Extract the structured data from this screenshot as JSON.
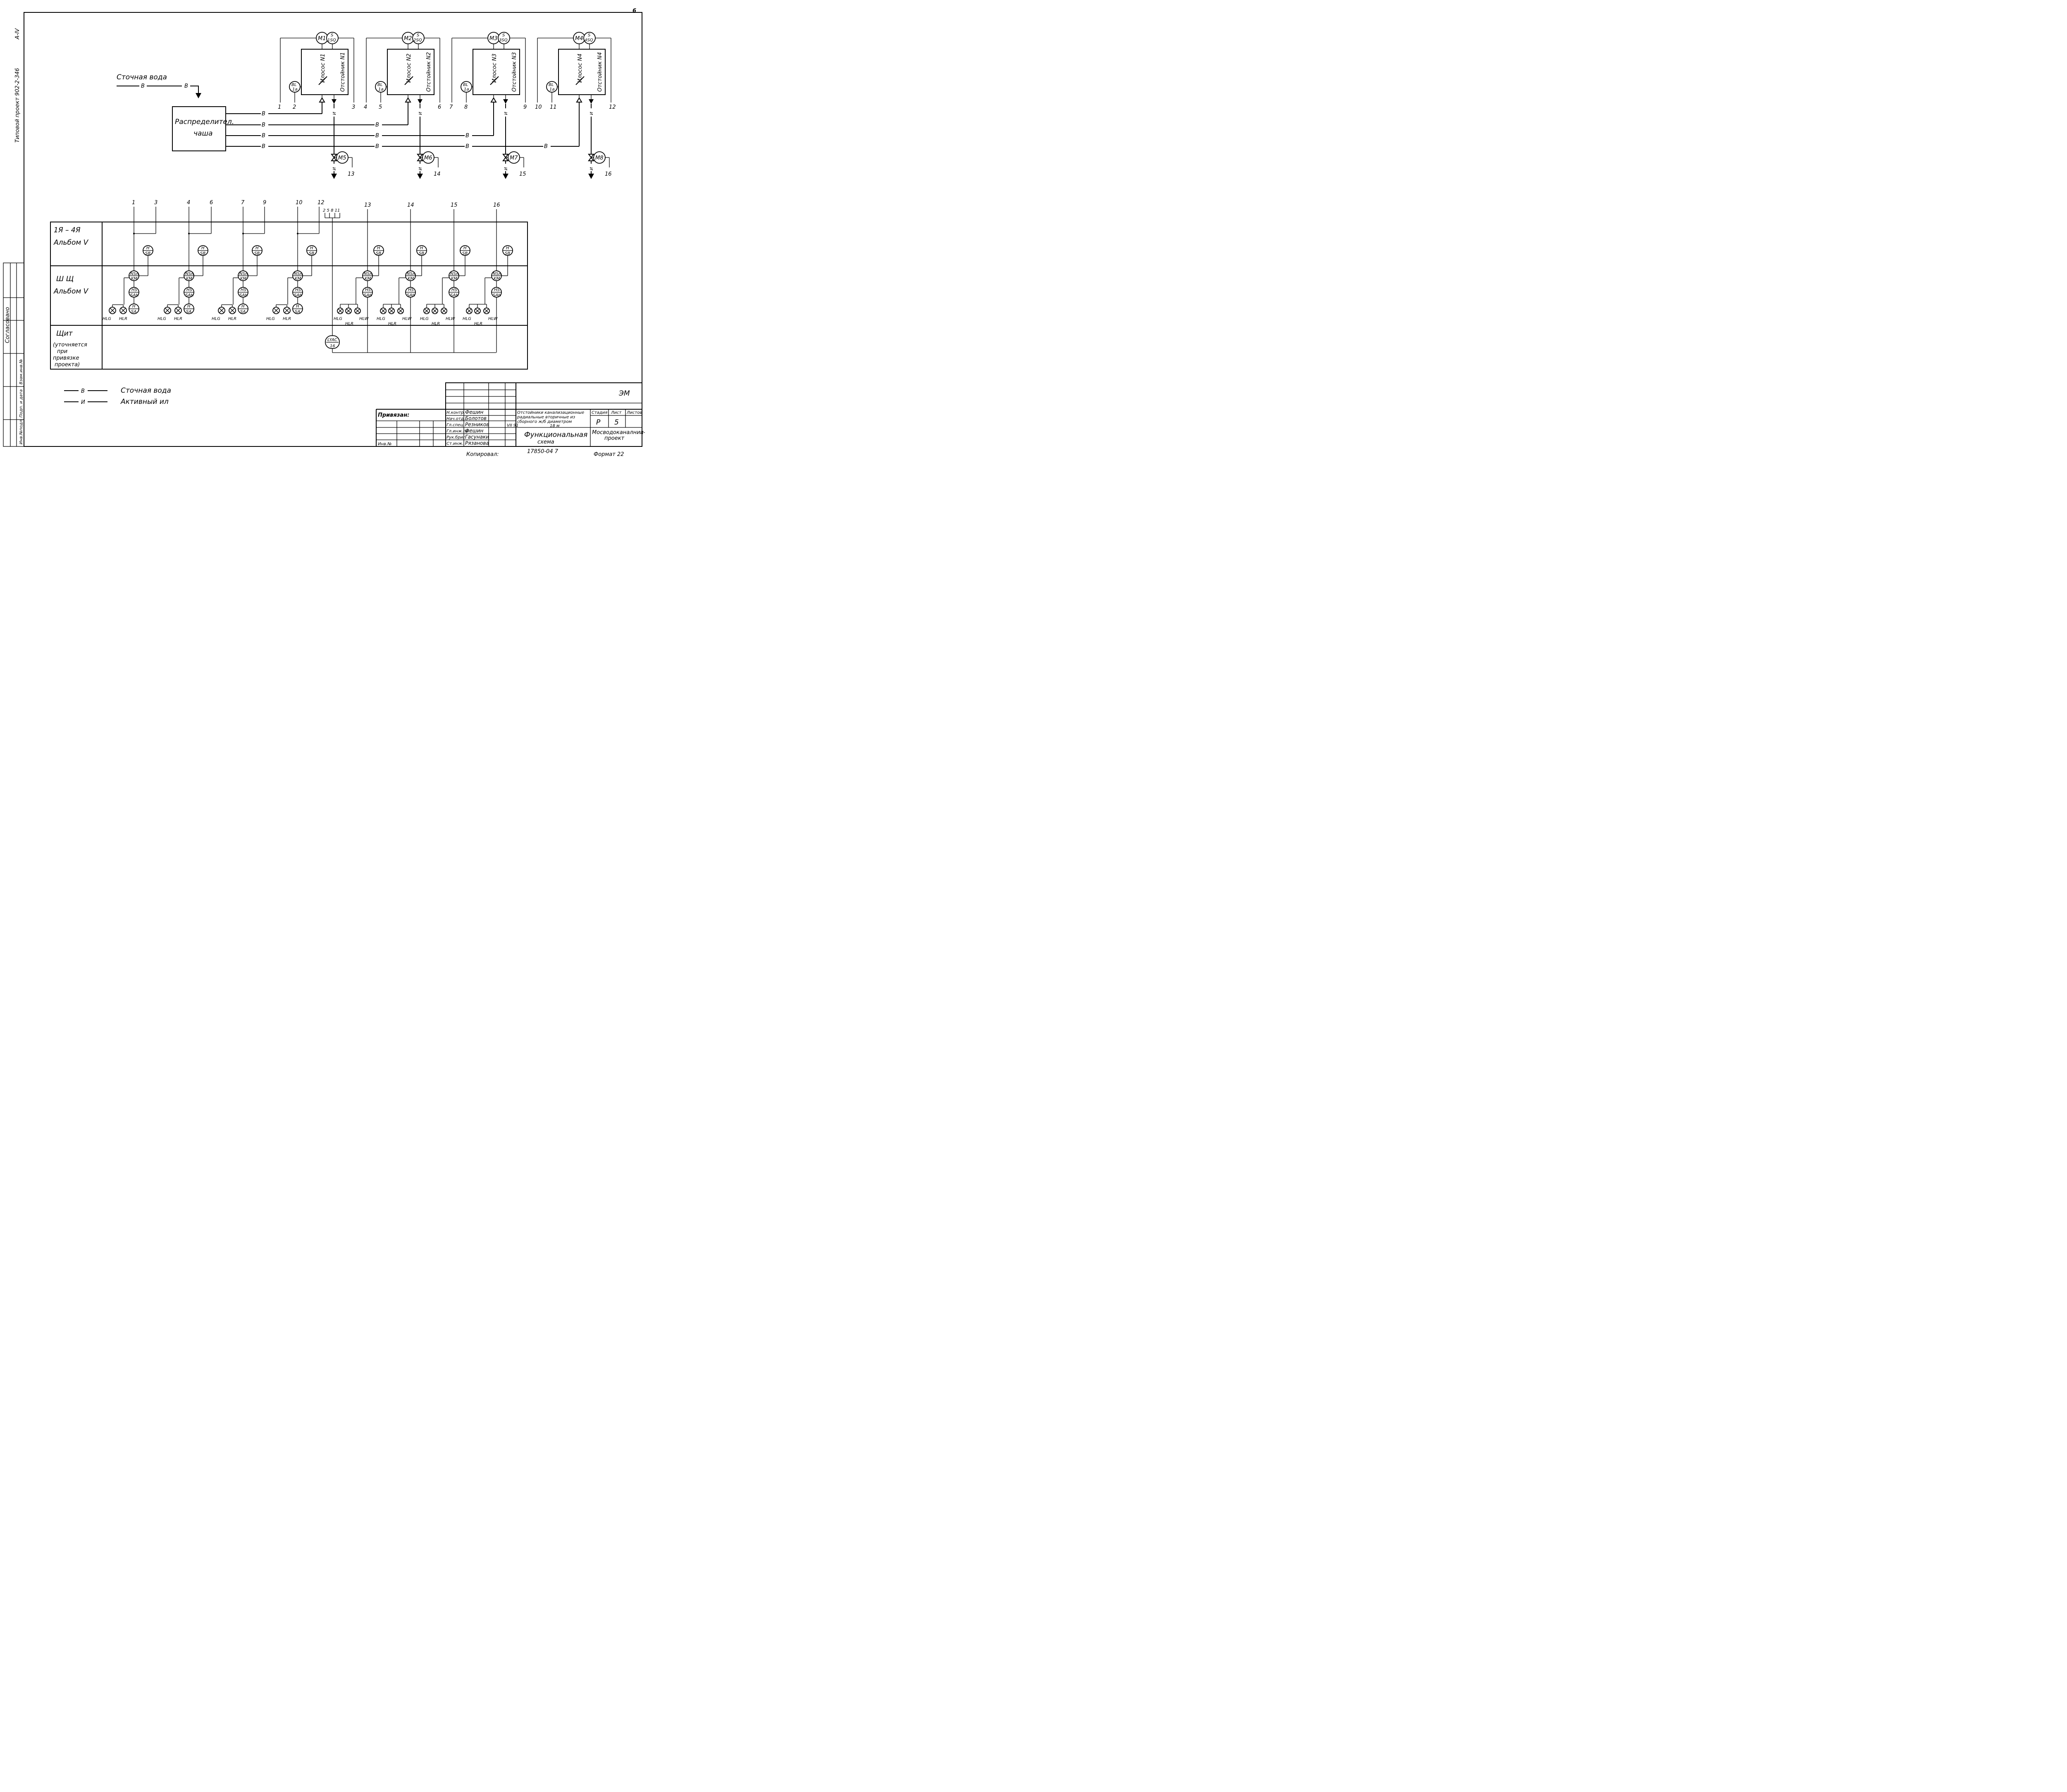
{
  "sheet": {
    "number": "6",
    "album": "А-IV",
    "project": "Типовой проект 902-2-346",
    "agreed": "Согласовано",
    "side_stamp": [
      "Инв.№подл.",
      "Подп. и дата",
      "Взам.инв.№"
    ]
  },
  "scheme": {
    "inlet_label": "Сточная вода",
    "distributor_line1": "Распределител.",
    "distributor_line2": "чаша",
    "flow_b": "В",
    "flow_i": "И",
    "tanks": [
      {
        "motor": "M1",
        "sq_top": "S",
        "sq": "1SQ",
        "bl": "BL",
        "bl_sub": "1a",
        "sludge": "Илосос N1",
        "settler": "Отстойник N1",
        "n_left": "1",
        "n_bl": "2",
        "n_right": "3",
        "valve": "M5",
        "valve_n": "13"
      },
      {
        "motor": "M2",
        "sq_top": "S",
        "sq": "2SQ",
        "bl": "BL",
        "bl_sub": "1a",
        "sludge": "Илосос N2",
        "settler": "Отстойник N2",
        "n_left": "4",
        "n_bl": "5",
        "n_right": "6",
        "valve": "M6",
        "valve_n": "14"
      },
      {
        "motor": "M3",
        "sq_top": "S",
        "sq": "3SQ",
        "bl": "BL",
        "bl_sub": "1a",
        "sludge": "Илосос N3",
        "settler": "Отстойник N3",
        "n_left": "7",
        "n_bl": "8",
        "n_right": "9",
        "valve": "M7",
        "valve_n": "15"
      },
      {
        "motor": "M4",
        "sq_top": "S",
        "sq": "4SQ",
        "bl": "BL",
        "bl_sub": "1a",
        "sludge": "Илосос N4",
        "settler": "Отстойник N4",
        "n_left": "10",
        "n_bl": "11",
        "n_right": "12",
        "valve": "M8",
        "valve_n": "16"
      }
    ]
  },
  "control": {
    "row1_line1": "1Я – 4Я",
    "row1_line2": "Альбом V",
    "row2_line1": "Ш Щ",
    "row2_line2": "Альбом V",
    "row3_line1": "Щит",
    "row3_line2": "(уточняется",
    "row3_line3": "при",
    "row3_line4": "привязке",
    "row3_line5": "проекта)",
    "bus_label": "2 5 8 11",
    "panel_device_top": "LYAC",
    "panel_device_bottom": "16",
    "dev_h": "H",
    "dev_sb": "SB",
    "dev_nsa": "NSA",
    "dev_km": "KM",
    "dev_hs": "HS",
    "dev_sah": "SAH",
    "dev_sa": "SA",
    "lamp_g": "HLG",
    "lamp_r": "HLR",
    "lamp_w": "HLW",
    "tank_wires": [
      [
        "1",
        "3"
      ],
      [
        "4",
        "6"
      ],
      [
        "7",
        "9"
      ],
      [
        "10",
        "12"
      ]
    ],
    "valve_wires": [
      "13",
      "14",
      "15",
      "16"
    ]
  },
  "legend": [
    {
      "code": "В",
      "text": "Сточная вода"
    },
    {
      "code": "И",
      "text": "Активный ил"
    }
  ],
  "title_block": {
    "code": "ЭМ",
    "bound": "Привязан:",
    "inv": "Инв.№",
    "roles": [
      {
        "role": "Н.контр.",
        "name": "Фешин"
      },
      {
        "role": "Нач.отд.",
        "name": "Болотов"
      },
      {
        "role": "Гл.спец.",
        "name": "Резников"
      },
      {
        "role": "Гл.инж.пр.",
        "name": "Фешин"
      },
      {
        "role": "Рук.бриг.",
        "name": "Гасунаки"
      },
      {
        "role": "Ст.инж.",
        "name": "Рязанова"
      }
    ],
    "date": "VII 91",
    "object_line1": "Отстойники канализационные",
    "object_line2": "радиальные вторичные из",
    "object_line3": "сборного ж/б диаметром",
    "object_line4": "18 м",
    "stage_h": "Стадия",
    "sheet_h": "Лист",
    "sheets_h": "Листов",
    "stage": "Р",
    "sheet": "5",
    "title_line1": "Функциональная",
    "title_line2": "схема",
    "org_line1": "Мосводоканалнии-",
    "org_line2": "проект",
    "doc_no": "17850-04  7",
    "copied": "Копировал:",
    "format": "Формат 22"
  }
}
